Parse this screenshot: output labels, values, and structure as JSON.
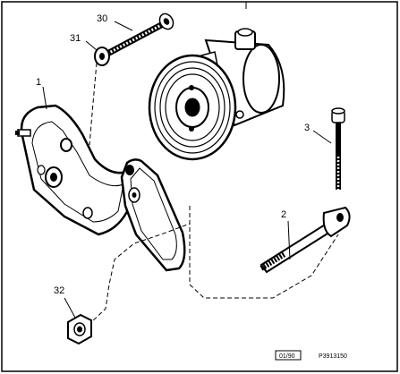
{
  "diagram": {
    "callouts": {
      "c1": "1",
      "c2": "2",
      "c3": "3",
      "c30": "30",
      "c31": "31",
      "c32": "32"
    },
    "footer": {
      "date_code": "01/90",
      "figure_id": "P3913150"
    }
  }
}
